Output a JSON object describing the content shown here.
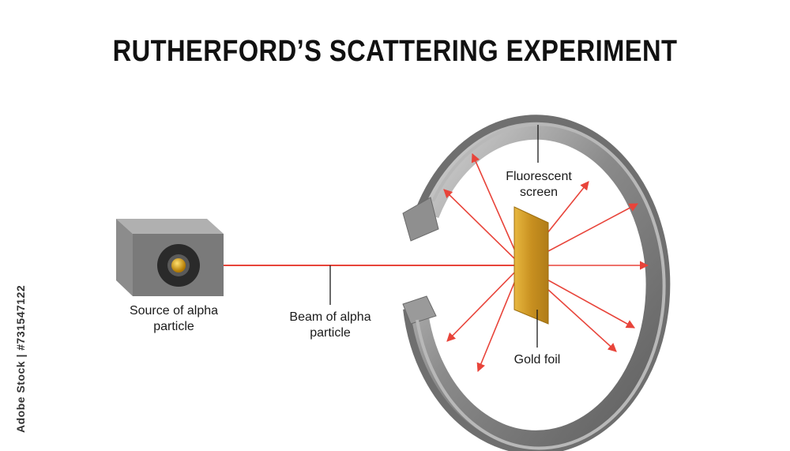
{
  "title": "RUTHERFORD’S SCATTERING EXPERIMENT",
  "labels": {
    "source": "Source of alpha particle",
    "source_line1": "Source of alpha",
    "source_line2": "particle",
    "beam_line1": "Beam of alpha",
    "beam_line2": "particle",
    "screen_line1": "Fluorescent",
    "screen_line2": "screen",
    "foil": "Gold foil"
  },
  "watermark": "Adobe Stock | #731547122",
  "colors": {
    "beam": "#e8443a",
    "gold": "#d4a020",
    "ring": "#8c8c8c",
    "box": "#7a7a7a",
    "text": "#1a1a1a"
  }
}
